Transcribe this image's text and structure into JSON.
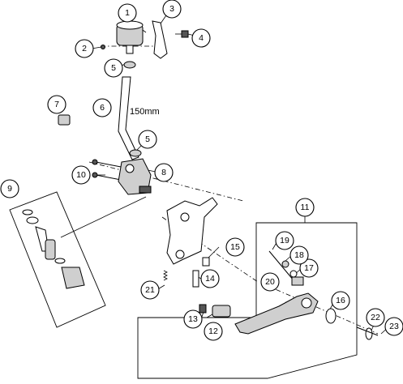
{
  "callouts": [
    {
      "id": "1",
      "label": "1"
    },
    {
      "id": "2",
      "label": "2"
    },
    {
      "id": "3",
      "label": "3"
    },
    {
      "id": "4",
      "label": "4"
    },
    {
      "id": "5a",
      "label": "5"
    },
    {
      "id": "6",
      "label": "6"
    },
    {
      "id": "7",
      "label": "7"
    },
    {
      "id": "5b",
      "label": "5"
    },
    {
      "id": "8",
      "label": "8"
    },
    {
      "id": "9",
      "label": "9"
    },
    {
      "id": "10",
      "label": "10"
    },
    {
      "id": "11",
      "label": "11"
    },
    {
      "id": "12",
      "label": "12"
    },
    {
      "id": "13",
      "label": "13"
    },
    {
      "id": "14",
      "label": "14"
    },
    {
      "id": "15",
      "label": "15"
    },
    {
      "id": "16",
      "label": "16"
    },
    {
      "id": "17",
      "label": "17"
    },
    {
      "id": "18",
      "label": "18"
    },
    {
      "id": "19",
      "label": "19"
    },
    {
      "id": "20",
      "label": "20"
    },
    {
      "id": "21",
      "label": "21"
    },
    {
      "id": "22",
      "label": "22"
    },
    {
      "id": "23",
      "label": "23"
    }
  ],
  "hose_length": "150mm"
}
